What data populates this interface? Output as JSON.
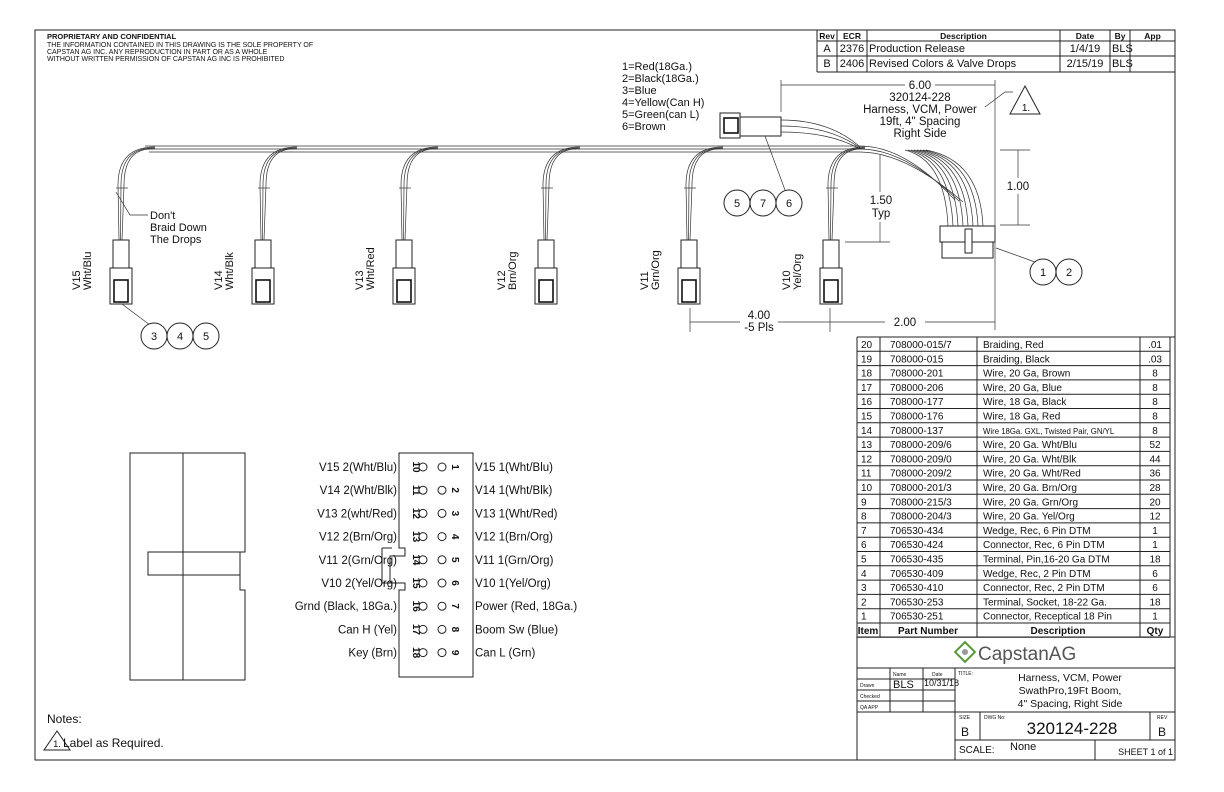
{
  "header": {
    "title": "PROPRIETARY AND CONFIDENTIAL",
    "lines": [
      "THE INFORMATION CONTAINED IN THIS DRAWING IS THE SOLE PROPERTY OF",
      "CAPSTAN AG INC. ANY REPRODUCTION IN PART OR AS A WHOLE",
      "WITHOUT WRITTEN PERMISSION OF CAPSTAN AG INC IS PROHIBITED"
    ]
  },
  "revisions": {
    "headers": [
      "Rev",
      "ECR",
      "Description",
      "Date",
      "By",
      "App"
    ],
    "rows": [
      [
        "A",
        "2376",
        "Production Release",
        "1/4/19",
        "BLS",
        ""
      ],
      [
        "B",
        "2406",
        "Revised Colors & Valve Drops",
        "2/15/19",
        "BLS",
        ""
      ]
    ]
  },
  "pin_legend": [
    "1=Red(18Ga.)",
    "2=Black(18Ga.)",
    "3=Blue",
    "4=Yellow(Can H)",
    "5=Green(can L)",
    "6=Brown"
  ],
  "harness_label": [
    "320124-228",
    "Harness, VCM, Power",
    "19ft, 4\" Spacing",
    "Right Side"
  ],
  "note_flag": "1.",
  "drops": [
    {
      "valve": "V15",
      "color": "Wht/Blu"
    },
    {
      "valve": "V14",
      "color": "Wht/Blk"
    },
    {
      "valve": "V13",
      "color": "Wht/Red"
    },
    {
      "valve": "V12",
      "color": "Brn/Org"
    },
    {
      "valve": "V11",
      "color": "Grn/Org"
    },
    {
      "valve": "V10",
      "color": "Yel/Org"
    }
  ],
  "callout_braid": [
    "Don't",
    "Braid Down",
    "The Drops"
  ],
  "balloons": {
    "drop": [
      "3",
      "4",
      "5"
    ],
    "six_pin": [
      "5",
      "7",
      "6"
    ],
    "main": [
      "1",
      "2"
    ]
  },
  "dimensions": {
    "overall": "6.00",
    "height": "1.00",
    "drop": "1.50",
    "drop_sub": "Typ",
    "spacing": "4.00",
    "spacing_sub": "-5 Pls",
    "end": "2.00"
  },
  "pinout": {
    "left": [
      {
        "label": "V15 2(Wht/Blu)",
        "pin": "10"
      },
      {
        "label": "V14 2(Wht/Blk)",
        "pin": "11"
      },
      {
        "label": "V13 2(wht/Red)",
        "pin": "12"
      },
      {
        "label": "V12 2(Brn/Org)",
        "pin": "13"
      },
      {
        "label": "V11 2(Grn/Org)",
        "pin": "14"
      },
      {
        "label": "V10 2(Yel/Org)",
        "pin": "15"
      },
      {
        "label": "Grnd (Black, 18Ga.)",
        "pin": "16"
      },
      {
        "label": "Can H (Yel)",
        "pin": "17"
      },
      {
        "label": "Key (Brn)",
        "pin": "18"
      }
    ],
    "right": [
      {
        "label": "V15 1(Wht/Blu)",
        "pin": "1"
      },
      {
        "label": "V14 1(Wht/Blk)",
        "pin": "2"
      },
      {
        "label": "V13 1(Wht/Red)",
        "pin": "3"
      },
      {
        "label": "V12 1(Brn/Org)",
        "pin": "4"
      },
      {
        "label": "V11 1(Grn/Org)",
        "pin": "5"
      },
      {
        "label": "V10 1(Yel/Org)",
        "pin": "6"
      },
      {
        "label": "Power (Red, 18Ga.)",
        "pin": "7"
      },
      {
        "label": "Boom Sw (Blue)",
        "pin": "8"
      },
      {
        "label": "Can L (Grn)",
        "pin": "9"
      }
    ]
  },
  "bom": {
    "headers": [
      "Item",
      "Part Number",
      "Description",
      "Qty"
    ],
    "rows": [
      [
        "20",
        "708000-015/7",
        "Braiding, Red",
        ".01"
      ],
      [
        "19",
        "708000-015",
        "Braiding, Black",
        ".03"
      ],
      [
        "18",
        "708000-201",
        "Wire, 20 Ga, Brown",
        "8"
      ],
      [
        "17",
        "708000-206",
        "Wire, 20 Ga, Blue",
        "8"
      ],
      [
        "16",
        "708000-177",
        "Wire, 18 Ga, Black",
        "8"
      ],
      [
        "15",
        "708000-176",
        "Wire, 18 Ga, Red",
        "8"
      ],
      [
        "14",
        "708000-137",
        "Wire 18Ga. GXL, Twisted Pair, GN/YL",
        "8"
      ],
      [
        "13",
        "708000-209/6",
        "Wire, 20 Ga. Wht/Blu",
        "52"
      ],
      [
        "12",
        "708000-209/0",
        "Wire, 20 Ga. Wht/Blk",
        "44"
      ],
      [
        "11",
        "708000-209/2",
        "Wire, 20 Ga. Wht/Red",
        "36"
      ],
      [
        "10",
        "708000-201/3",
        "Wire, 20 Ga. Brn/Org",
        "28"
      ],
      [
        "9",
        "708000-215/3",
        "Wire, 20 Ga. Grn/Org",
        "20"
      ],
      [
        "8",
        "708000-204/3",
        "Wire, 20 Ga. Yel/Org",
        "12"
      ],
      [
        "7",
        "706530-434",
        "Wedge, Rec, 6 Pin DTM",
        "1"
      ],
      [
        "6",
        "706530-424",
        "Connector, Rec, 6 Pin DTM",
        "1"
      ],
      [
        "5",
        "706530-435",
        "Terminal, Pin,16-20 Ga DTM",
        "18"
      ],
      [
        "4",
        "706530-409",
        "Wedge, Rec, 2 Pin DTM",
        "6"
      ],
      [
        "3",
        "706530-410",
        "Connector, Rec, 2 Pin DTM",
        "6"
      ],
      [
        "2",
        "706530-253",
        "Terminal, Socket, 18-22 Ga.",
        "18"
      ],
      [
        "1",
        "706530-251",
        "Connector, Receptical 18 Pin",
        "1"
      ]
    ]
  },
  "title_block": {
    "logo": "CapstanAG",
    "logo_color": "#5a9a3c",
    "name_header": "Name",
    "date_header": "Date",
    "drawn_label": "Drawn",
    "checked_label": "Checked",
    "qa_label": "QA APP",
    "drawn_name": "BLS",
    "drawn_date": "10/31/18",
    "title_label": "TITLE:",
    "title_lines": [
      "Harness, VCM, Power",
      "SwathPro,19Ft Boom,",
      "4\" Spacing, Right Side"
    ],
    "size_label": "SIZE",
    "size": "B",
    "dwg_label": "DWG No:",
    "dwg_no": "320124-228",
    "rev_label": "REV",
    "rev": "B",
    "scale_label": "SCALE:",
    "scale": "None",
    "sheet": "SHEET 1 of 1"
  },
  "notes": {
    "heading": "Notes:",
    "items": [
      {
        "flag": "1.",
        "text": "Label as Required."
      }
    ]
  }
}
